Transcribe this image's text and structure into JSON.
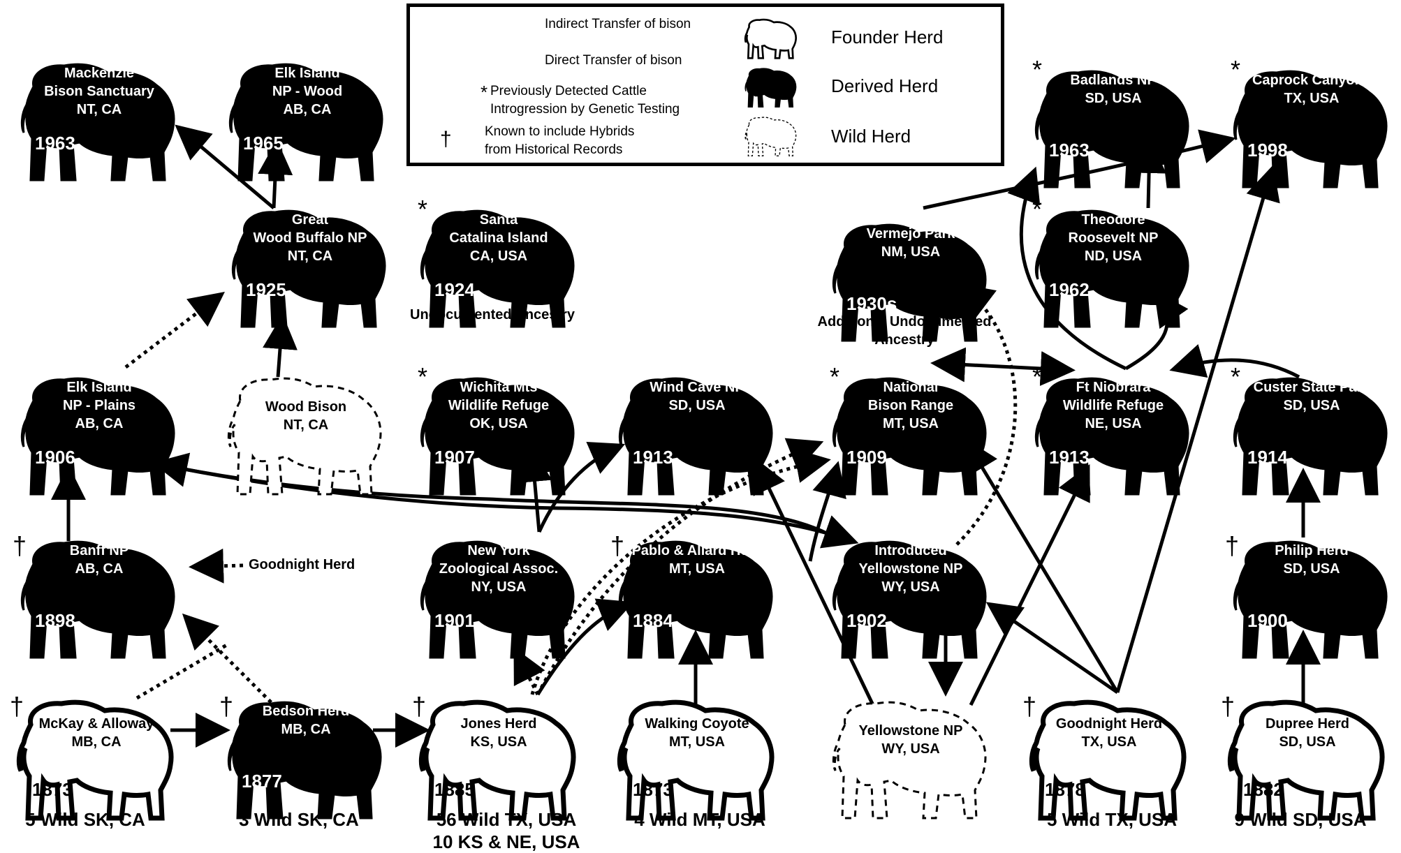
{
  "legend": {
    "indirect": "Indirect Transfer of bison",
    "direct": "Direct Transfer of bison",
    "asterisk_text": "Previously Detected Cattle\nIntrogression by Genetic Testing",
    "dagger_text": "Known to include Hybrids\nfrom Historical Records",
    "founder": "Founder Herd",
    "derived": "Derived Herd",
    "wild": "Wild Herd"
  },
  "herds": {
    "mackenzie": {
      "name": "Mackenzie\nBison Sanctuary\nNT, CA",
      "year": "1963",
      "kind": "derived"
    },
    "elk_wood": {
      "name": "Elk Island\nNP - Wood\nAB, CA",
      "year": "1965",
      "kind": "derived"
    },
    "great_wood": {
      "name": "Great\nWood Buffalo NP\nNT, CA",
      "year": "1925",
      "kind": "derived"
    },
    "catalina": {
      "name": "Santa\nCatalina Island\nCA, USA",
      "year": "1924",
      "kind": "derived",
      "mark": "*"
    },
    "vermejo": {
      "name": "Vermejo Park\nNM, USA",
      "year": "1930s",
      "kind": "derived"
    },
    "badlands": {
      "name": "Badlands NP\nSD, USA",
      "year": "1963",
      "kind": "derived",
      "mark": "*"
    },
    "caprock": {
      "name": "Caprock Canyons\nTX, USA",
      "year": "1998",
      "kind": "derived",
      "mark": "*"
    },
    "roosevelt": {
      "name": "Theodore\nRoosevelt NP\nND, USA",
      "year": "1962",
      "kind": "derived",
      "mark": "*"
    },
    "elk_plains": {
      "name": "Elk Island\nNP - Plains\nAB, CA",
      "year": "1906",
      "kind": "derived"
    },
    "wood_bison": {
      "name": "Wood Bison\nNT, CA",
      "year": "",
      "kind": "wild"
    },
    "wichita": {
      "name": "Wichita Mts\nWildlife Refuge\nOK, USA",
      "year": "1907",
      "kind": "derived",
      "mark": "*"
    },
    "wind_cave": {
      "name": "Wind Cave NP\nSD, USA",
      "year": "1913",
      "kind": "derived"
    },
    "nbr": {
      "name": "National\nBison Range\nMT, USA",
      "year": "1909",
      "kind": "derived",
      "mark": "*"
    },
    "niobrara": {
      "name": "Ft Niobrara\nWildlife Refuge\nNE, USA",
      "year": "1913",
      "kind": "derived",
      "mark": "*"
    },
    "custer": {
      "name": "Custer State Park\nSD, USA",
      "year": "1914",
      "kind": "derived",
      "mark": "*"
    },
    "banff": {
      "name": "Banff NP\nAB, CA",
      "year": "1898",
      "kind": "derived",
      "mark": "†"
    },
    "nyza": {
      "name": "New York\nZoological Assoc.\nNY, USA",
      "year": "1901",
      "kind": "derived"
    },
    "pablo": {
      "name": "Pablo & Allard Herd\nMT, USA",
      "year": "1884",
      "kind": "derived",
      "mark": "†"
    },
    "introduced_ys": {
      "name": "Introduced\nYellowstone NP\nWY, USA",
      "year": "1902",
      "kind": "derived"
    },
    "philip": {
      "name": "Philip Herd\nSD, USA",
      "year": "1900",
      "kind": "derived",
      "mark": "†"
    },
    "mckay": {
      "name": "McKay & Alloway\nMB, CA",
      "year": "1873",
      "kind": "founder",
      "mark": "†"
    },
    "bedson": {
      "name": "Bedson Herd\nMB, CA",
      "year": "1877",
      "kind": "derived",
      "mark": "†"
    },
    "jones": {
      "name": "Jones Herd\nKS, USA",
      "year": "1885",
      "kind": "founder",
      "mark": "†"
    },
    "walking_coyote": {
      "name": "Walking Coyote\nMT, USA",
      "year": "1873",
      "kind": "founder"
    },
    "yellowstone": {
      "name": "Yellowstone NP\nWY, USA",
      "year": "",
      "kind": "wild"
    },
    "goodnight": {
      "name": "Goodnight Herd\nTX, USA",
      "year": "1878",
      "kind": "founder",
      "mark": "†"
    },
    "dupree": {
      "name": "Dupree Herd\nSD, USA",
      "year": "1882",
      "kind": "founder",
      "mark": "†"
    }
  },
  "notes": {
    "catalina_note": "Undocumented Ancestry",
    "vermejo_note": "Additional Undocumented\nAncestry",
    "goodnight_label": "Goodnight Herd"
  },
  "sources": {
    "mckay": "5 Wild SK, CA",
    "bedson": "3 Wild SK, CA",
    "jones": "56 Wild TX, USA\n10 KS & NE, USA",
    "walking_coyote": "4 Wild MT, USA",
    "goodnight": "5 Wild TX, USA",
    "dupree": "9 Wild SD, USA"
  }
}
